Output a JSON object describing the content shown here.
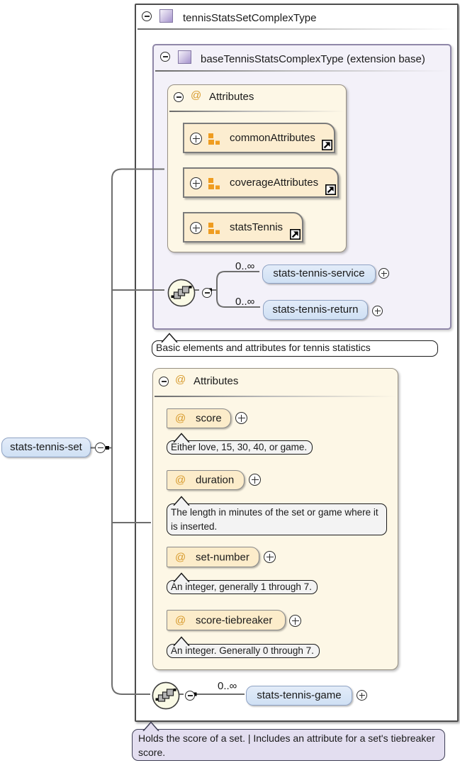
{
  "root": {
    "title": "tennisStatsSetComplexType"
  },
  "base": {
    "title": "baseTennisStatsComplexType (extension base)",
    "caption": "Basic elements and attributes for tennis statistics"
  },
  "attr_groups": {
    "at_symbol": "@",
    "header": "Attributes",
    "items": [
      {
        "label": "commonAttributes"
      },
      {
        "label": "coverageAttributes"
      },
      {
        "label": "statsTennis"
      }
    ]
  },
  "base_children": [
    {
      "cardinality": "0..∞",
      "label": "stats-tennis-service"
    },
    {
      "cardinality": "0..∞",
      "label": "stats-tennis-return"
    }
  ],
  "attributes": {
    "at_symbol": "@",
    "header": "Attributes",
    "items": [
      {
        "label": "score",
        "doc": "Either love, 15, 30, 40, or game."
      },
      {
        "label": "duration",
        "doc": "The length in minutes of the set or game where it is inserted."
      },
      {
        "label": "set-number",
        "doc": "An integer, generally 1 through 7."
      },
      {
        "label": "score-tiebreaker",
        "doc": "An integer. Generally 0 through 7."
      }
    ]
  },
  "element": {
    "label": "stats-tennis-set"
  },
  "set_children": [
    {
      "cardinality": "0..∞",
      "label": "stats-tennis-game"
    }
  ],
  "element_caption": "Holds the score of a set. | Includes an attribute for a set's tiebreaker score.",
  "colors": {
    "element_fill": "#d9e6f7",
    "attr_item_fill": "#fcecca",
    "attr_container_fill": "#fdf7e6",
    "group_item_fill": "#fcedd0",
    "base_container_fill": "#f3f1f9",
    "accent_orange": "#d79a2c",
    "caption_purple_fill": "#e3def0",
    "wire_gray": "#6e6e6e"
  }
}
